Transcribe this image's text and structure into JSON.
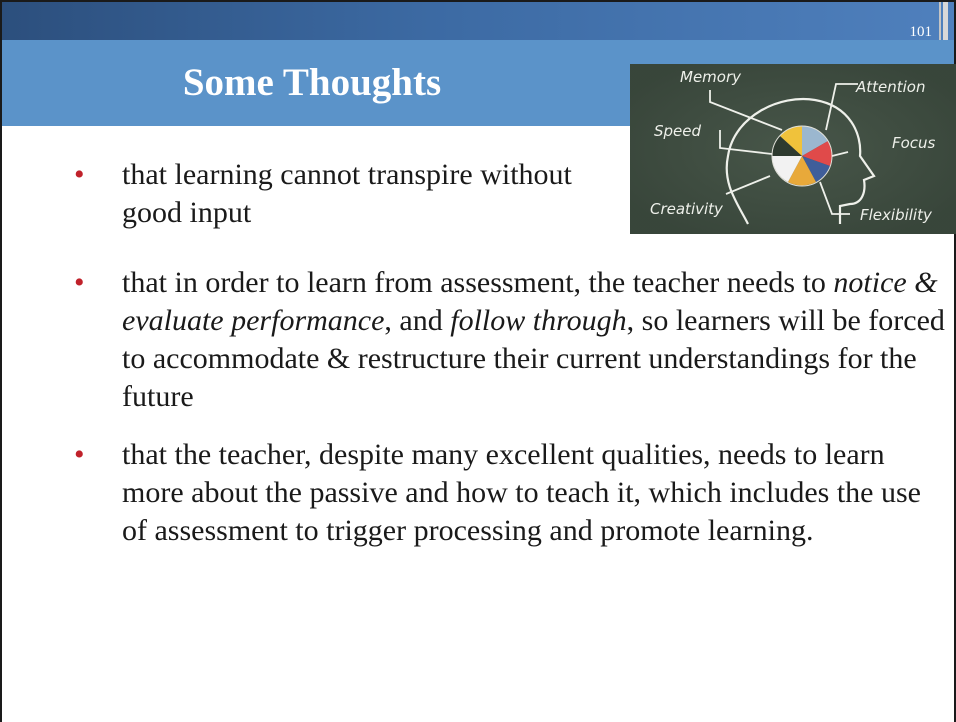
{
  "slide": {
    "title": "Some Thoughts",
    "page_number": "101"
  },
  "bullets": [
    {
      "parts": [
        "that learning cannot transpire without good input"
      ]
    },
    {
      "parts": [
        "that in order to learn from assessment, the teacher needs to ",
        "notice & evaluate performance",
        ", and ",
        "follow through",
        ", so learners will be forced to accommodate & restructure their current understandings for the future"
      ]
    },
    {
      "parts": [
        "that the teacher, despite many excellent qualities, needs to learn more about the passive and how to teach it, which includes the use of assessment to trigger processing and promote learning."
      ]
    }
  ],
  "chalkboard": {
    "labels": {
      "memory": "Memory",
      "attention": "Attention",
      "speed": "Speed",
      "focus": "Focus",
      "creativity": "Creativity",
      "flexibility": "Flexibility"
    },
    "colors": {
      "board": "#3d4b3f",
      "chalk": "#eef0ea",
      "slices": [
        "#9bb7cf",
        "#e04a4a",
        "#3f5e9a",
        "#e8a93a",
        "#f2f2f2",
        "#2e3a2f",
        "#f0c23b"
      ]
    }
  },
  "colors": {
    "title_band": "#5b93c9",
    "top_band": "#3c6aa3",
    "bullet_dot": "#c0212a"
  }
}
